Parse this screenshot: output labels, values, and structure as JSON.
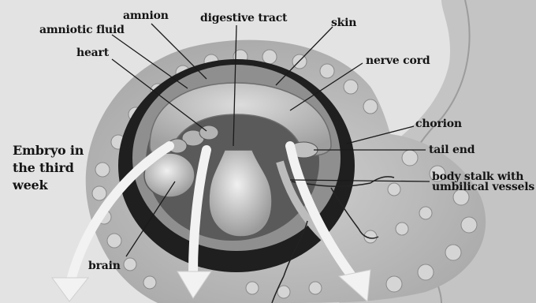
{
  "diagram": {
    "title_lines": [
      "Embryo in",
      "the third",
      "week"
    ],
    "labels": {
      "amnion": "amnion",
      "amniotic_fluid": "amniotic fluid",
      "heart": "heart",
      "digestive_tract": "digestive tract",
      "skin": "skin",
      "nerve_cord": "nerve cord",
      "chorion": "chorion",
      "tail_end": "tail end",
      "body_stalk_line1": "body stalk with",
      "body_stalk_line2": "umbilical vessels",
      "brain": "brain"
    },
    "colors": {
      "background": "#e3e3e3",
      "outer_tissue": "#bdbdbd",
      "dark_cavity": "#1f1f1f",
      "amniotic_ring": "#8f8f8f",
      "embryo_body": "#c9c9c9",
      "arrow": "#f2f2f2",
      "leader_line": "#1a1a1a"
    }
  }
}
